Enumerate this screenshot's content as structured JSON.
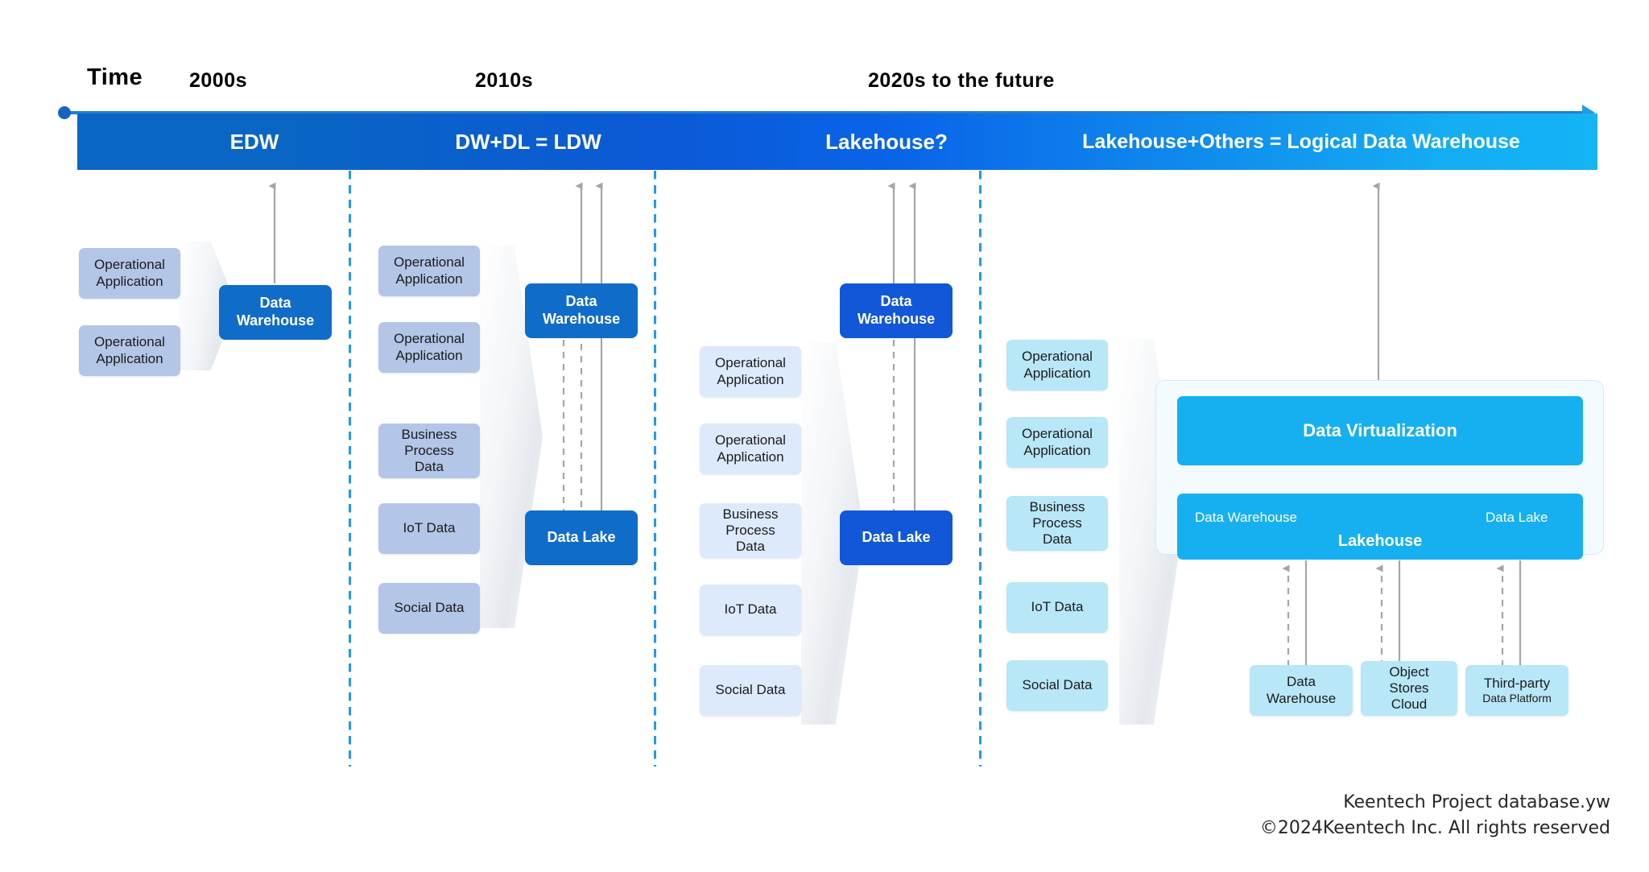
{
  "timeline": {
    "time_label": "Time",
    "eras": [
      {
        "label": "2000s"
      },
      {
        "label": "2010s"
      },
      {
        "label": "2020s  to  the  future"
      }
    ]
  },
  "band": {
    "titles": [
      "EDW",
      "DW+DL = LDW",
      "Lakehouse?",
      "Lakehouse+Others  =  Logical Data Warehouse"
    ],
    "gradient_start": "#0a65c4",
    "gradient_end": "#14b4f5"
  },
  "columns": [
    {
      "id": "edw",
      "sources": [
        {
          "label": "Operational\nApplication"
        },
        {
          "label": "Operational\nApplication"
        }
      ],
      "nodes": [
        {
          "label": "Data\nWarehouse",
          "color": "#0f6cc8"
        }
      ]
    },
    {
      "id": "ldw",
      "sources": [
        {
          "label": "Operational\nApplication"
        },
        {
          "label": "Operational\nApplication"
        },
        {
          "label": "Business\nProcess\nData"
        },
        {
          "label": "IoT Data"
        },
        {
          "label": "Social Data"
        }
      ],
      "nodes": [
        {
          "label": "Data\nWarehouse",
          "color": "#0f6cc8"
        },
        {
          "label": "Data Lake",
          "color": "#0f6cc8"
        }
      ]
    },
    {
      "id": "lakehouse-q",
      "sources": [
        {
          "label": "Operational\nApplication"
        },
        {
          "label": "Operational\nApplication"
        },
        {
          "label": "Business\nProcess\nData"
        },
        {
          "label": "IoT Data"
        },
        {
          "label": "Social Data"
        }
      ],
      "nodes": [
        {
          "label": "Data\nWarehouse",
          "color": "#1157d8"
        },
        {
          "label": "Data Lake",
          "color": "#1157d8"
        }
      ]
    },
    {
      "id": "logical-dw",
      "sources": [
        {
          "label": "Operational\nApplication"
        },
        {
          "label": "Operational\nApplication"
        },
        {
          "label": "Business\nProcess\nData"
        },
        {
          "label": "IoT Data"
        },
        {
          "label": "Social Data"
        }
      ],
      "panel": {
        "virtualization_label": "Data Virtualization",
        "lakehouse_label": "Lakehouse",
        "lakehouse_left_label": "Data Warehouse",
        "lakehouse_right_label": "Data Lake",
        "panel_color": "#16b0f0"
      },
      "bottom_sources": [
        {
          "label": "Data\nWarehouse"
        },
        {
          "label": "Object\nStores\nCloud"
        },
        {
          "label": "Third-party",
          "sub": "Data Platform"
        }
      ]
    }
  ],
  "footer": {
    "line1": "Keentech Project database.yw",
    "line2": "©2024Keentech Inc. All rights reserved"
  }
}
